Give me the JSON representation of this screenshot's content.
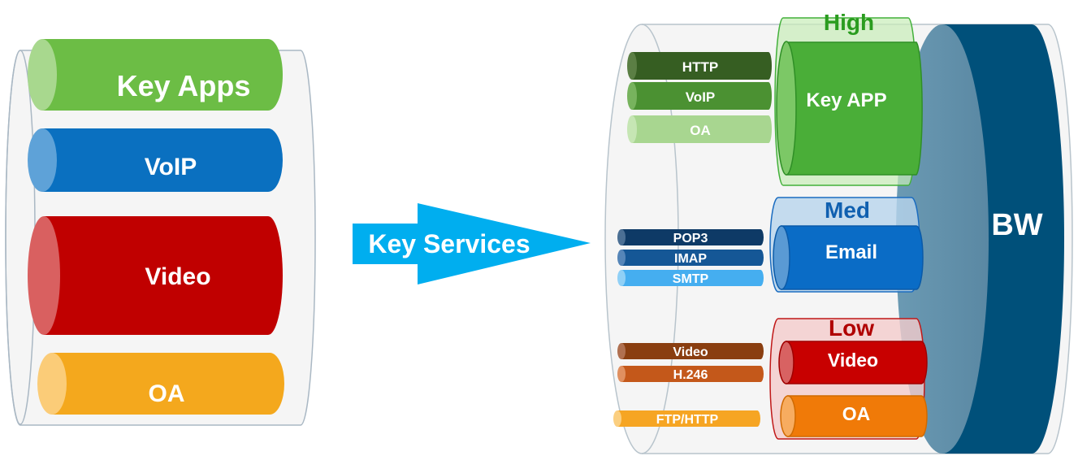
{
  "colors": {
    "key_apps_green": "#6cbd45",
    "voip_blue": "#0a70c0",
    "video_red": "#c00000",
    "oa_orange": "#f4a81d",
    "arrow_cyan": "#00aeef",
    "bw_navy": "#00507a",
    "high_green": "#2a9c1f",
    "med_blue": "#1060b0",
    "low_red": "#b00000"
  },
  "left_stack": {
    "key_apps": "Key Apps",
    "voip": "VoIP",
    "video": "Video",
    "oa": "OA"
  },
  "arrow": {
    "label": "Key Services"
  },
  "right": {
    "bw_label": "BW",
    "high": {
      "title": "High",
      "pipe": "Key APP",
      "services": [
        "HTTP",
        "VoIP",
        "OA"
      ]
    },
    "med": {
      "title": "Med",
      "pipe": "Email",
      "services": [
        "POP3",
        "IMAP",
        "SMTP"
      ]
    },
    "low": {
      "title": "Low",
      "pipe_video": "Video",
      "pipe_oa": "OA",
      "services": [
        "Video",
        "H.246"
      ]
    },
    "ftp": "FTP/HTTP"
  }
}
